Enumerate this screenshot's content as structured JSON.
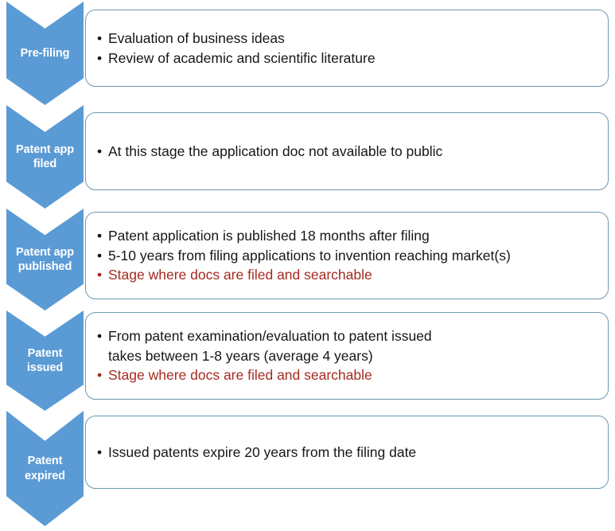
{
  "theme": {
    "chevron_fill": "#5B9BD5",
    "chevron_text": "#FFFFFF",
    "card_border": "#6E99B3",
    "card_fill": "#FFFFFF",
    "body_text": "#161616",
    "highlight_text": "#A62A21",
    "background": "#FFFFFF"
  },
  "diagram": {
    "type": "vertical-process-flow",
    "stage_count": 5,
    "stages": [
      {
        "id": "pre-filing",
        "label": "Pre-filing",
        "bullets": [
          {
            "text": "Evaluation of business ideas",
            "highlight": false
          },
          {
            "text": "Review of academic and scientific literature",
            "highlight": false
          }
        ]
      },
      {
        "id": "patent-app-filed",
        "label": "Patent app\nfiled",
        "bullets": [
          {
            "text": "At this stage the application doc not available to public",
            "highlight": false
          }
        ]
      },
      {
        "id": "patent-app-published",
        "label": "Patent app\npublished",
        "bullets": [
          {
            "text": "Patent application is published 18 months after filing",
            "highlight": false
          },
          {
            "text": "5-10 years from filing applications to invention reaching market(s)",
            "highlight": false
          },
          {
            "text": "Stage where docs are filed and searchable",
            "highlight": true
          }
        ]
      },
      {
        "id": "patent-issued",
        "label": "Patent\nissued",
        "bullets": [
          {
            "text": "From patent examination/evaluation to patent issued\ntakes between 1-8 years (average 4 years)",
            "highlight": false
          },
          {
            "text": "Stage where docs are filed and searchable",
            "highlight": true
          }
        ]
      },
      {
        "id": "patent-expired",
        "label": "Patent\nexpired",
        "bullets": [
          {
            "text": "Issued patents expire 20 years from the filing date",
            "highlight": false
          }
        ]
      }
    ]
  }
}
